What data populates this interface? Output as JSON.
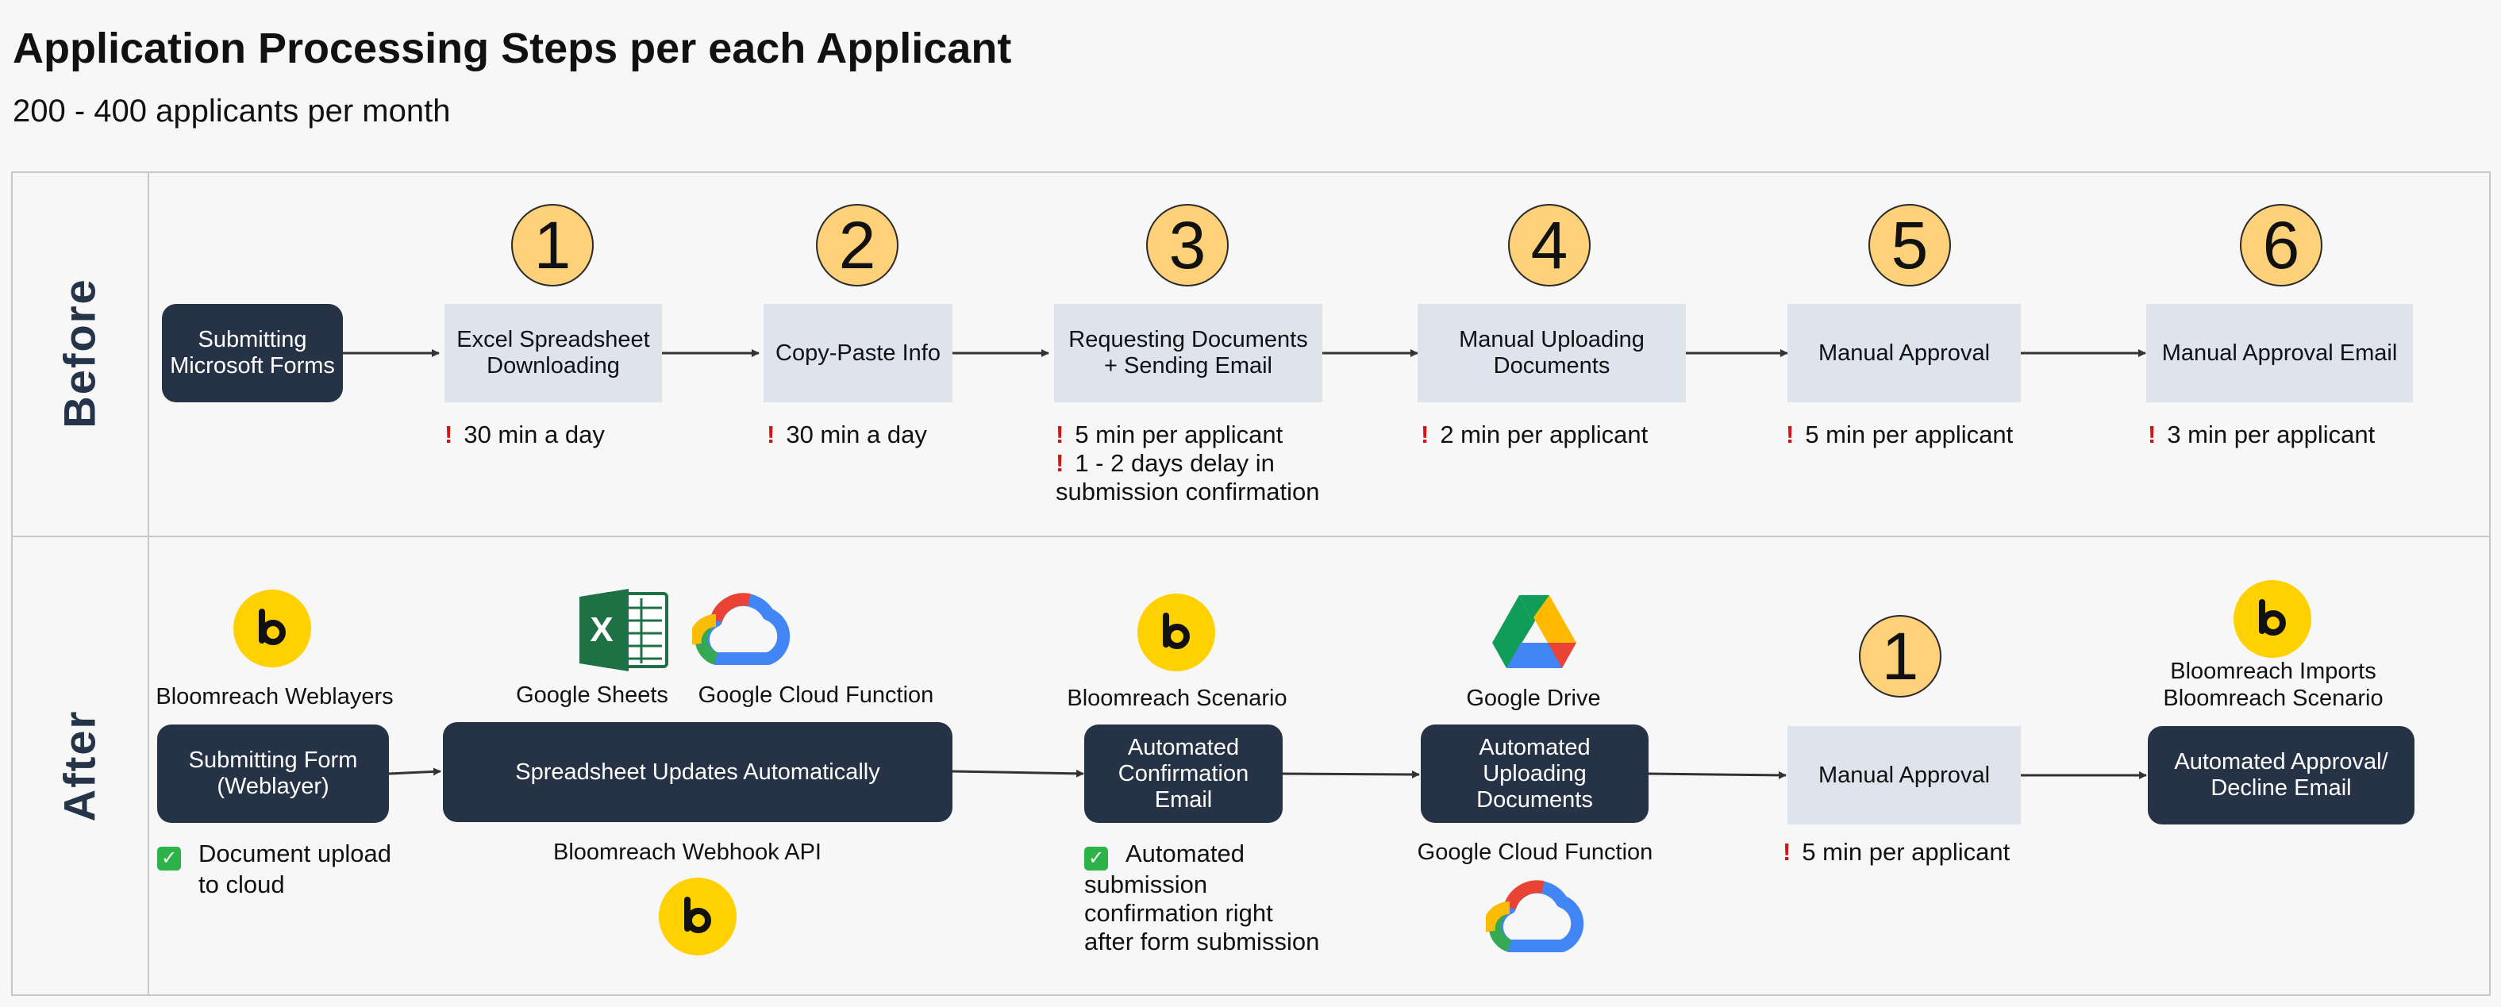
{
  "title": "Application Processing Steps per each Applicant",
  "subtitle": "200 - 400 applicants per month",
  "rows": {
    "before": "Before",
    "after": "After"
  },
  "before": {
    "start_box": "Submitting Microsoft Forms",
    "steps": [
      {
        "number": "1",
        "box": "Excel Spreadsheet Downloading",
        "notes": [
          "30 min a day"
        ]
      },
      {
        "number": "2",
        "box": "Copy-Paste Info",
        "notes": [
          "30 min a day"
        ]
      },
      {
        "number": "3",
        "box": "Requesting Documents + Sending Email",
        "notes": [
          "5 min per applicant",
          "1 - 2 days delay in"
        ],
        "note_extra": "submission confirmation"
      },
      {
        "number": "4",
        "box": "Manual Uploading Documents",
        "notes": [
          "2 min per applicant"
        ]
      },
      {
        "number": "5",
        "box": "Manual Approval",
        "notes": [
          "5 min per applicant"
        ]
      },
      {
        "number": "6",
        "box": "Manual Approval Email",
        "notes": [
          "3 min per applicant"
        ]
      }
    ]
  },
  "after": {
    "boxes": [
      "Submitting Form (Weblayer)",
      "Spreadsheet Updates Automatically",
      "Automated Confirmation Email",
      "Automated Uploading Documents",
      "Manual Approval",
      "Automated Approval/ Decline Email"
    ],
    "manual_step_number": "1",
    "tool_labels": {
      "weblayers": "Bloomreach Weblayers",
      "sheets": "Google Sheets",
      "cloud_function_top": "Google Cloud Function",
      "scenario": "Bloomreach Scenario",
      "drive": "Google Drive",
      "imports_line1": "Bloomreach Imports",
      "imports_line2": "Bloomreach Scenario",
      "webhook": "Bloomreach Webhook API",
      "cloud_function_bottom": "Google Cloud Function"
    },
    "check_notes": {
      "upload": [
        "Document upload",
        "to cloud"
      ],
      "confirmation": [
        "Automated",
        "submission",
        "confirmation right",
        "after form submission"
      ]
    },
    "manual_note": "5 min per applicant"
  },
  "icons": {
    "bloomreach": "bloomreach-logo-icon",
    "excel": "excel-icon",
    "cloud": "google-cloud-icon",
    "drive": "google-drive-icon",
    "check": "green-checkmark-icon",
    "warning": "red-exclamation-icon"
  },
  "colors": {
    "dark_box": "#263246",
    "light_box": "#dde4ec",
    "step_circle": "#fdd17a",
    "warning": "#d11616",
    "check": "#2eb34a",
    "bloomreach_yellow": "#ffd100"
  }
}
